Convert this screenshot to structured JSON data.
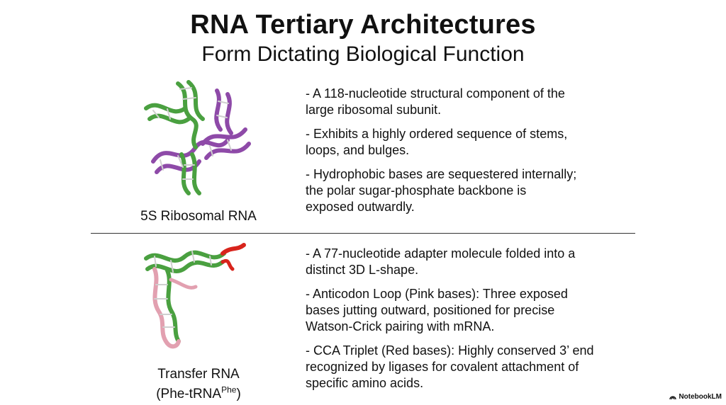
{
  "header": {
    "title": "RNA Tertiary Architectures",
    "subtitle": "Form Dictating Biological Function"
  },
  "section1": {
    "caption": "5S Ribosomal RNA",
    "bullets": [
      "- A 118-nucleotide structural component of the\n large ribosomal subunit.",
      "- Exhibits a highly ordered sequence of stems,\nloops, and bulges.",
      "- Hydrophobic bases are sequestered internally;\n the polar sugar-phosphate backbone is\n exposed outwardly."
    ]
  },
  "section2": {
    "caption_line1": "Transfer RNA",
    "caption_line2_prefix": "(Phe-tRNA",
    "caption_line2_sup": "Phe",
    "caption_line2_suffix": ")",
    "bullets": [
      "- A 77-nucleotide adapter molecule folded into a\n distinct 3D L-shape.",
      "- Anticodon Loop (Pink bases): Three exposed\n bases jutting outward, positioned for precise\n Watson-Crick pairing with mRNA.",
      "- CCA Triplet (Red bases): Highly conserved 3’ end\n recognized by ligases for covalent attachment of\n specific amino acids."
    ]
  },
  "colors": {
    "green": "#4aa040",
    "purple": "#8e4aa8",
    "pink": "#e2a0b0",
    "red": "#d8241c"
  },
  "brand": {
    "label": "NotebookLM",
    "icon": "notebooklm-logo-icon"
  }
}
